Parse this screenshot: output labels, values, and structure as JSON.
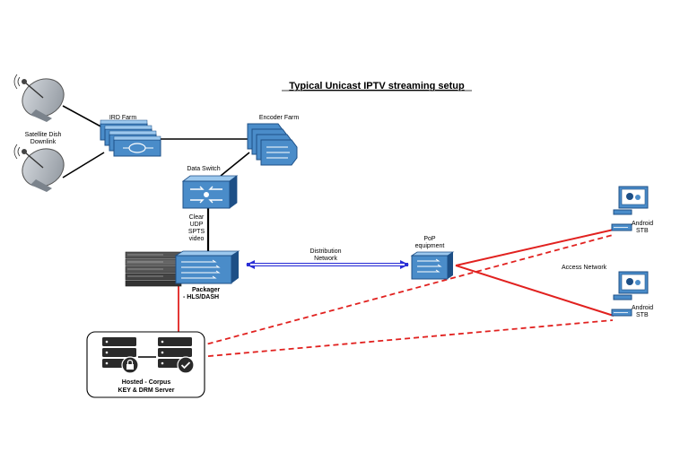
{
  "title": "Typical Unicast IPTV streaming setup",
  "nodes": {
    "satellite": {
      "label_lines": [
        "Satellite Dish",
        "Downlink"
      ]
    },
    "ird_farm": {
      "label": "IRD Farm"
    },
    "encoder_farm": {
      "label": "Encoder Farm"
    },
    "data_switch": {
      "label": "Data Switch"
    },
    "video_link": {
      "label_lines": [
        "Clear",
        "UDP",
        "SPTS",
        "video"
      ]
    },
    "packager": {
      "label_lines": [
        "Packager",
        "- HLS/DASH"
      ]
    },
    "distribution": {
      "label_lines": [
        "Distribution",
        "Network"
      ]
    },
    "pop": {
      "label_lines": [
        "PoP",
        "equipment"
      ]
    },
    "access": {
      "label": "Access Network"
    },
    "stb_top": {
      "label_lines": [
        "Android",
        "STB"
      ]
    },
    "stb_bottom": {
      "label_lines": [
        "Android",
        "STB"
      ]
    },
    "drm": {
      "label_lines": [
        "Hosted - Corpus",
        "KEY & DRM Server"
      ]
    }
  },
  "colors": {
    "device_fill": "#4a8cc9",
    "device_dark": "#1d4f86",
    "device_light": "#9cc8ee",
    "link_black": "#000000",
    "link_red": "#e1211f",
    "link_blue": "#2b2fd6",
    "server_dark": "#2a2a2a"
  },
  "icons": {
    "satellite": "satellite-dish-icon",
    "ird": "ird-receiver-stack-icon",
    "encoder": "encoder-stack-icon",
    "switch": "data-switch-icon",
    "packager": "packager-device-icon",
    "pop": "pop-router-icon",
    "stb": "android-stb-icon",
    "server_lock": "lock-server-icon",
    "server_check": "check-server-icon"
  }
}
